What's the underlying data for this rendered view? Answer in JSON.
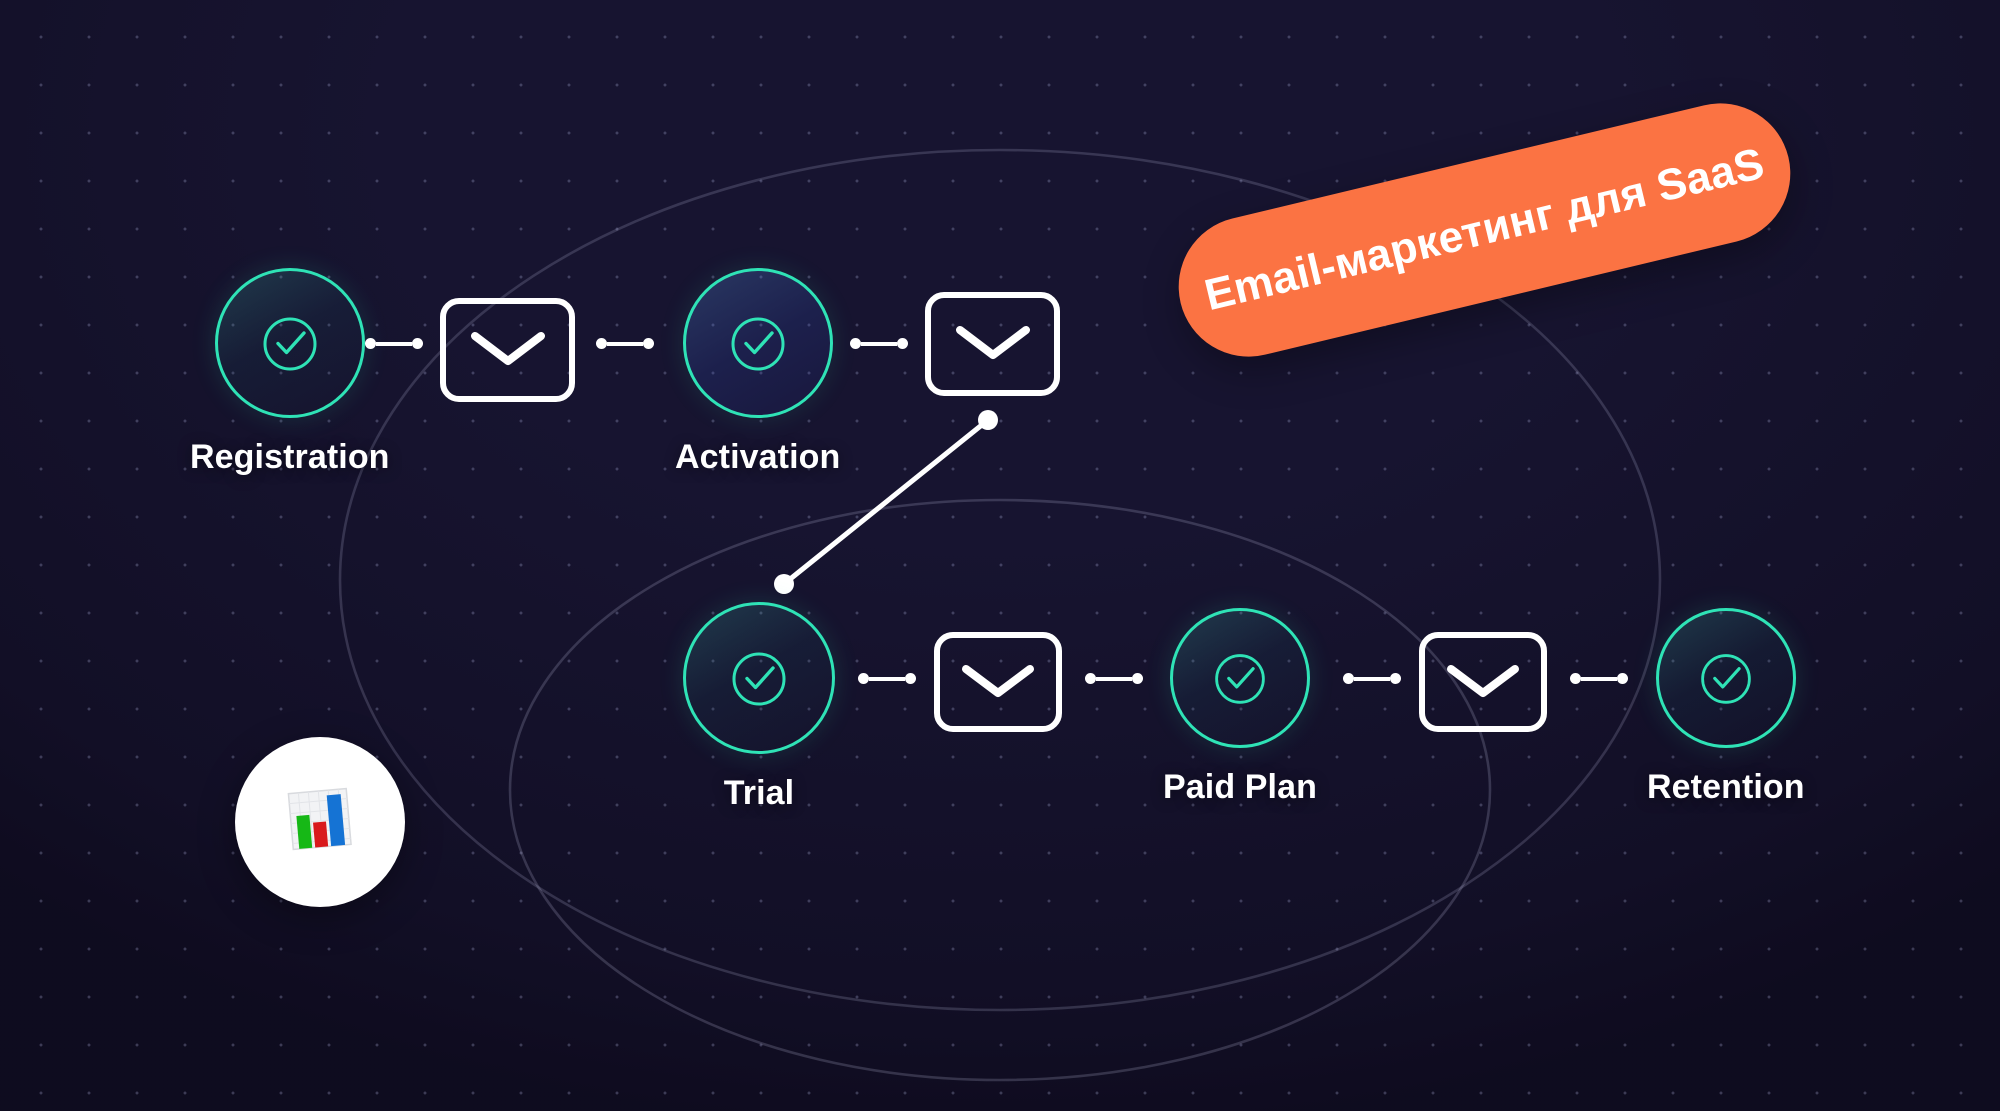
{
  "graphic": {
    "title_badge": {
      "text": "Email-маркетинг для SaaS",
      "color": "#fb7343",
      "text_color": "#ffffff",
      "rotation_deg": -13.5
    },
    "app_badge": {
      "icon": "bar-chart-emoji",
      "glyph": "📊",
      "background": "#ffffff"
    },
    "palette": {
      "accent_teal": "#2fe3b6",
      "accent_orange": "#fb7343",
      "background_deep": "#171230",
      "background_blue": "#1d1da8",
      "stroke_white": "#ffffff"
    },
    "stages": [
      {
        "id": "registration",
        "label": "Registration",
        "icon": "check-circle-icon",
        "tone": "teal"
      },
      {
        "id": "activation",
        "label": "Activation",
        "icon": "check-circle-icon",
        "tone": "blue"
      },
      {
        "id": "trial",
        "label": "Trial",
        "icon": "check-circle-icon",
        "tone": "teal"
      },
      {
        "id": "paid_plan",
        "label": "Paid Plan",
        "icon": "check-circle-icon",
        "tone": "teal"
      },
      {
        "id": "retention",
        "label": "Retention",
        "icon": "check-circle-icon",
        "tone": "teal"
      }
    ],
    "emails": [
      {
        "id": "email_1",
        "icon": "envelope-icon",
        "after_stage": "registration"
      },
      {
        "id": "email_2",
        "icon": "envelope-icon",
        "after_stage": "activation"
      },
      {
        "id": "email_3",
        "icon": "envelope-icon",
        "after_stage": "trial"
      },
      {
        "id": "email_4",
        "icon": "envelope-icon",
        "after_stage": "paid_plan"
      }
    ],
    "connectors": [
      {
        "id": "c1",
        "from": "registration",
        "to": "email_1",
        "style": "dot-line-dot"
      },
      {
        "id": "c2",
        "from": "email_1",
        "to": "activation",
        "style": "dot-line-dot"
      },
      {
        "id": "c3",
        "from": "activation",
        "to": "email_2",
        "style": "dot-line-dot"
      },
      {
        "id": "c4",
        "from": "email_2",
        "to": "trial",
        "style": "diagonal-dot-line-dot"
      },
      {
        "id": "c5",
        "from": "trial",
        "to": "email_3",
        "style": "dot-line-dot"
      },
      {
        "id": "c6",
        "from": "email_3",
        "to": "paid_plan",
        "style": "dot-line-dot"
      },
      {
        "id": "c7",
        "from": "paid_plan",
        "to": "email_4",
        "style": "dot-line-dot"
      },
      {
        "id": "c8",
        "from": "email_4",
        "to": "retention",
        "style": "dot-line-dot"
      }
    ]
  }
}
